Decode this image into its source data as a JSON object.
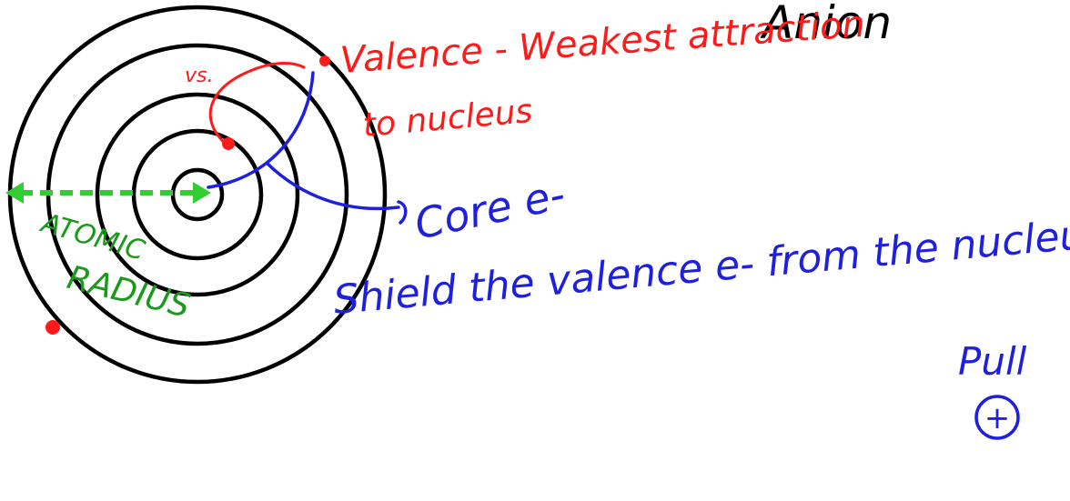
{
  "colors": {
    "ink_black": "#000000",
    "ink_red": "#ff1a1a",
    "ink_blue": "#1f1fe0",
    "ink_green": "#1a9a1a",
    "arrow_green": "#33cc33"
  },
  "labels": {
    "anion": "Anion",
    "vs": "vs.",
    "valence_line1": "Valence - Weakest attraction",
    "valence_line2": "to nucleus",
    "core": "Core e-",
    "shield": "Shield the valence e- from the nucleus",
    "pull": "Pull",
    "positive_symbol": "+",
    "atomic": "ATOMIC",
    "radius": "RADIUS"
  },
  "icons": {
    "nucleus_charge": "circled-plus-icon",
    "electron": "red-dot-icon"
  }
}
